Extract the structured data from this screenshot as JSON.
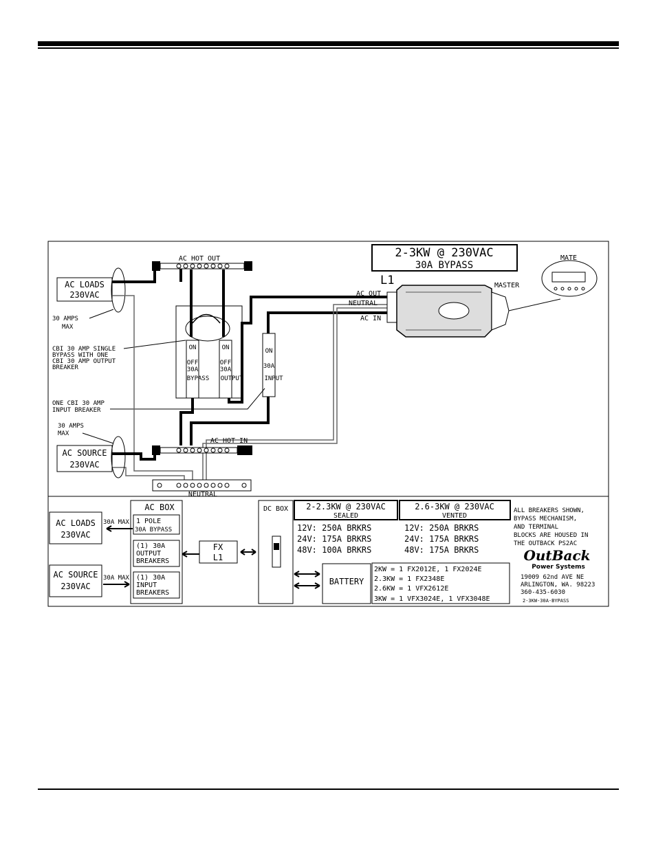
{
  "diagram": {
    "title_line1": "2-3KW @ 230VAC",
    "title_line2": "30A BYPASS",
    "ac_hot_out": "AC HOT OUT",
    "ac_hot_in": "AC HOT IN",
    "neutral_bus": "NEUTRAL",
    "ac_loads_line1": "AC LOADS",
    "ac_loads_line2": "230VAC",
    "amps_max_top_1": "30 AMPS",
    "amps_max_top_2": "MAX",
    "cbi_note_1": "CBI 30 AMP SINGLE",
    "cbi_note_2": "BYPASS WITH ONE",
    "cbi_note_3": "CBI 30 AMP OUTPUT",
    "cbi_note_4": "BREAKER",
    "input_note_1": "ONE CBI 30 AMP",
    "input_note_2": "INPUT BREAKER",
    "amps_max_bottom_1": "30 AMPS",
    "amps_max_bottom_2": "MAX",
    "ac_source_line1": "AC SOURCE",
    "ac_source_line2": "230VAC",
    "breaker_off": "OFF",
    "breaker_on": "ON",
    "breaker_30a": "30A",
    "bypass_label": "BYPASS",
    "output_label": "OUTPUT",
    "input_label": "INPUT",
    "inverter_l1": "L1",
    "ac_out": "AC OUT",
    "neutral": "NEUTRAL",
    "ac_in": "AC IN",
    "master": "MASTER",
    "mate": "MATE"
  },
  "block": {
    "ac_loads_line1": "AC LOADS",
    "ac_loads_line2": "230VAC",
    "ac_source_line1": "AC SOURCE",
    "ac_source_line2": "230VAC",
    "loads_max": "30A MAX",
    "source_max": "30A MAX",
    "ac_box": "AC BOX",
    "bypass_1": "1 POLE",
    "bypass_2": "30A BYPASS",
    "output_1": "(1) 30A",
    "output_2": "OUTPUT",
    "output_3": "BREAKERS",
    "input_1": "(1) 30A",
    "input_2": "INPUT",
    "input_3": "BREAKERS",
    "fx_1": "FX",
    "fx_2": "L1",
    "dc_box": "DC BOX",
    "battery": "BATTERY"
  },
  "tables": {
    "sealed_title": "2-2.3KW @ 230VAC",
    "sealed_sub": "SEALED",
    "sealed_rows": [
      "12V: 250A BRKRS",
      "24V: 175A BRKRS",
      "48V: 100A BRKRS"
    ],
    "vented_title": "2.6-3KW @ 230VAC",
    "vented_sub": "VENTED",
    "vented_rows": [
      "12V:   250A BRKRS",
      "24V:   175A BRKRS",
      "48V:   175A BRKRS"
    ],
    "models": [
      "2KW = 1 FX2012E, 1 FX2024E",
      "2.3KW = 1 FX2348E",
      "2.6KW = 1 VFX2612E",
      "3KW = 1 VFX3024E, 1 VFX3048E"
    ]
  },
  "notes": {
    "lines": [
      "ALL BREAKERS SHOWN,",
      "BYPASS MECHANISM,",
      "AND TERMINAL",
      "BLOCKS ARE HOUSED IN",
      "THE OUTBACK PS2AC"
    ],
    "logo_1": "OutBack",
    "logo_2": "Power Systems",
    "address": [
      "19009 62nd AVE NE",
      "ARLINGTON, WA. 98223",
      "360-435-6030"
    ],
    "drawing_id": "2-3KW-30A-BYPASS"
  }
}
